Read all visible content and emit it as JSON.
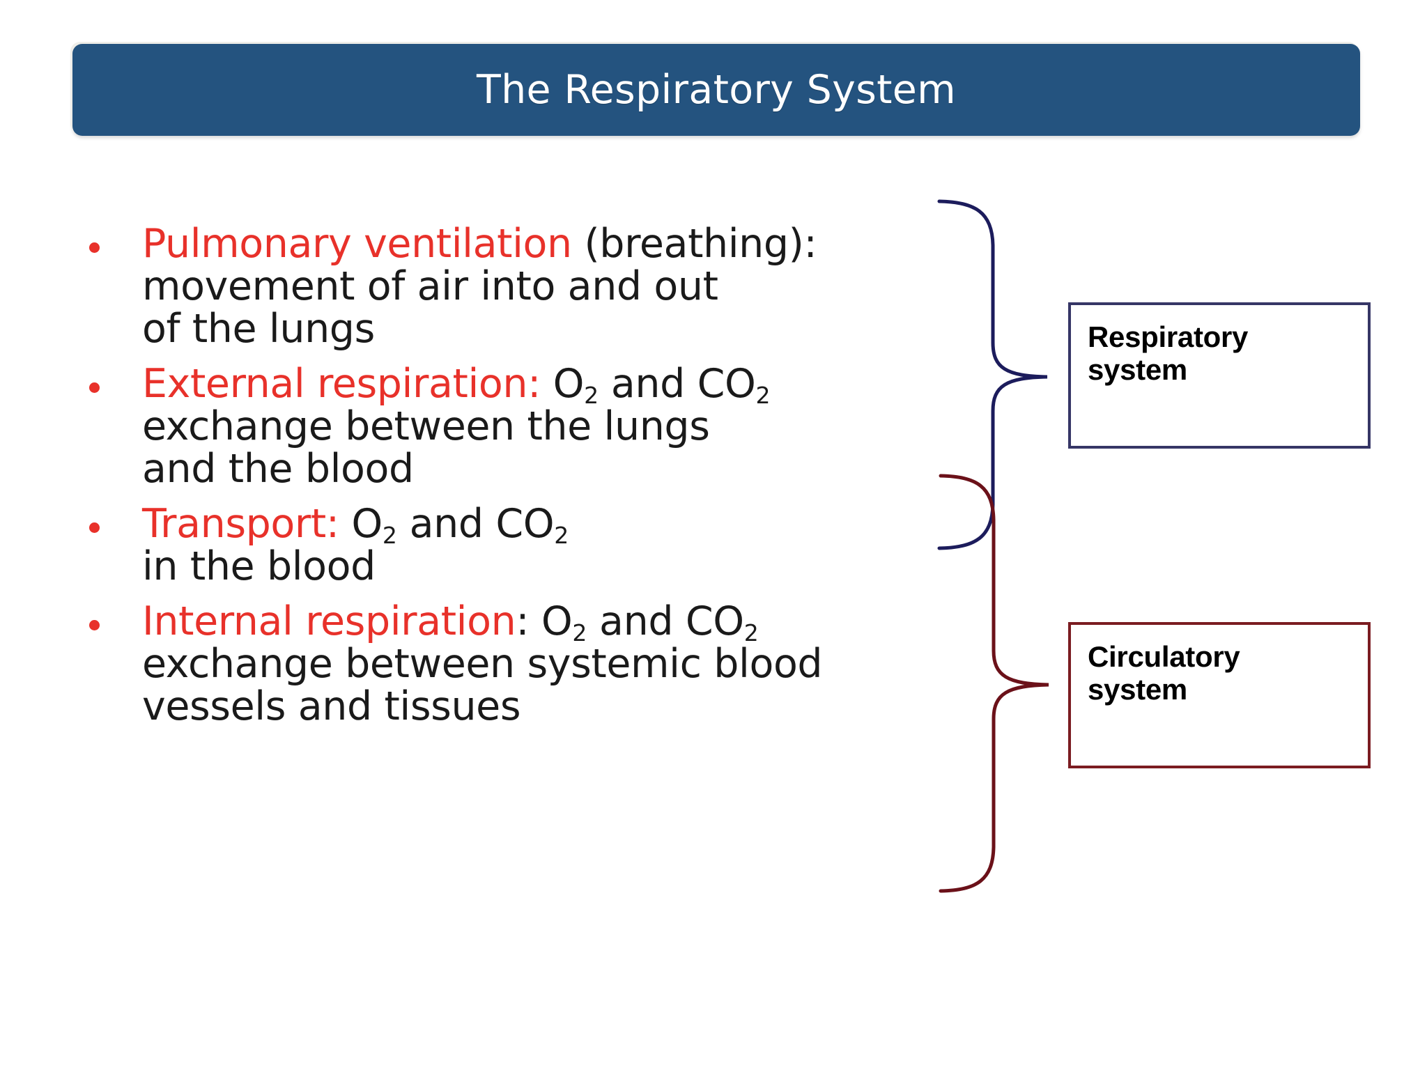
{
  "slide": {
    "title": "The Respiratory System",
    "title_bar_color": "#24537F",
    "title_text_color": "#ffffff",
    "background_color": "#ffffff",
    "accent_term_color": "#E8312A",
    "body_text_color": "#1a1a1a"
  },
  "bullets": [
    {
      "term": "Pulmonary ventilation",
      "term_color": "#E8312A",
      "line1_rest": " (breathing):",
      "line2": "movement of air into and out",
      "line3": "of the lungs",
      "bullet_marker": "bullet-dot"
    },
    {
      "term": "External respiration",
      "term_color": "#E8312A",
      "colon": ":",
      "line1_rest_a": " O",
      "line1_sub_a": "2",
      "line1_rest_b": " and CO",
      "line1_sub_b": "2",
      "line2": "exchange between the lungs",
      "line3": "and the blood",
      "bullet_marker": "bullet-dot"
    },
    {
      "term": "Transport",
      "term_color": "#E8312A",
      "colon": ":",
      "line1_rest_a": " O",
      "line1_sub_a": "2",
      "line1_rest_b": " and CO",
      "line1_sub_b": "2",
      "line2": "in the blood",
      "bullet_marker": "bullet-dot"
    },
    {
      "term": "Internal respiration",
      "term_color": "#E8312A",
      "colon": ":",
      "line1_rest_a": " O",
      "line1_sub_a": "2",
      "line1_rest_b": " and CO",
      "line1_sub_b": "2",
      "line2": "exchange between systemic blood",
      "line3": "vessels and tissues",
      "bullet_marker": "bullet-dot"
    }
  ],
  "callouts": [
    {
      "id": "respiratory",
      "line1": "Respiratory",
      "line2": "system",
      "border_color": "#363666",
      "brace_color": "#1C1C5C"
    },
    {
      "id": "circulatory",
      "line1": "Circulatory",
      "line2": "system",
      "border_color": "#7B1C21",
      "brace_color": "#6B1119"
    }
  ],
  "braces": {
    "respiratory_brace_color": "#1C1C5C",
    "circulatory_brace_color": "#6B1119"
  }
}
